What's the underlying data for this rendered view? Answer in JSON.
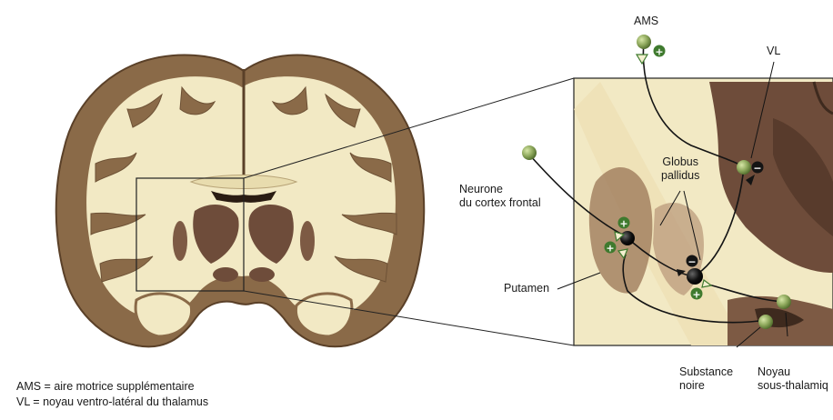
{
  "labels": {
    "ams": "AMS",
    "vl": "VL",
    "neurone_line1": "Neurone",
    "neurone_line2": "du cortex frontal",
    "globus_line1": "Globus",
    "globus_line2": "pallidus",
    "putamen": "Putamen",
    "substance_line1": "Substance",
    "substance_line2": "noire",
    "noyau_line1": "Noyau",
    "noyau_line2": "sous-thalamiq"
  },
  "legend": {
    "line1": "AMS = aire motrice supplémentaire",
    "line2": "VL = noyau ventro-latéral du thalamus"
  },
  "signs": {
    "plus": "+",
    "minus": "−"
  },
  "colors": {
    "cortex": "#8a6a48",
    "white_matter": "#f2e9c4",
    "nuclei": "#6e4c3a",
    "neuron_green": "#8ea85c",
    "excitatory": "#3f7a2e",
    "inhibitory": "#141414"
  }
}
